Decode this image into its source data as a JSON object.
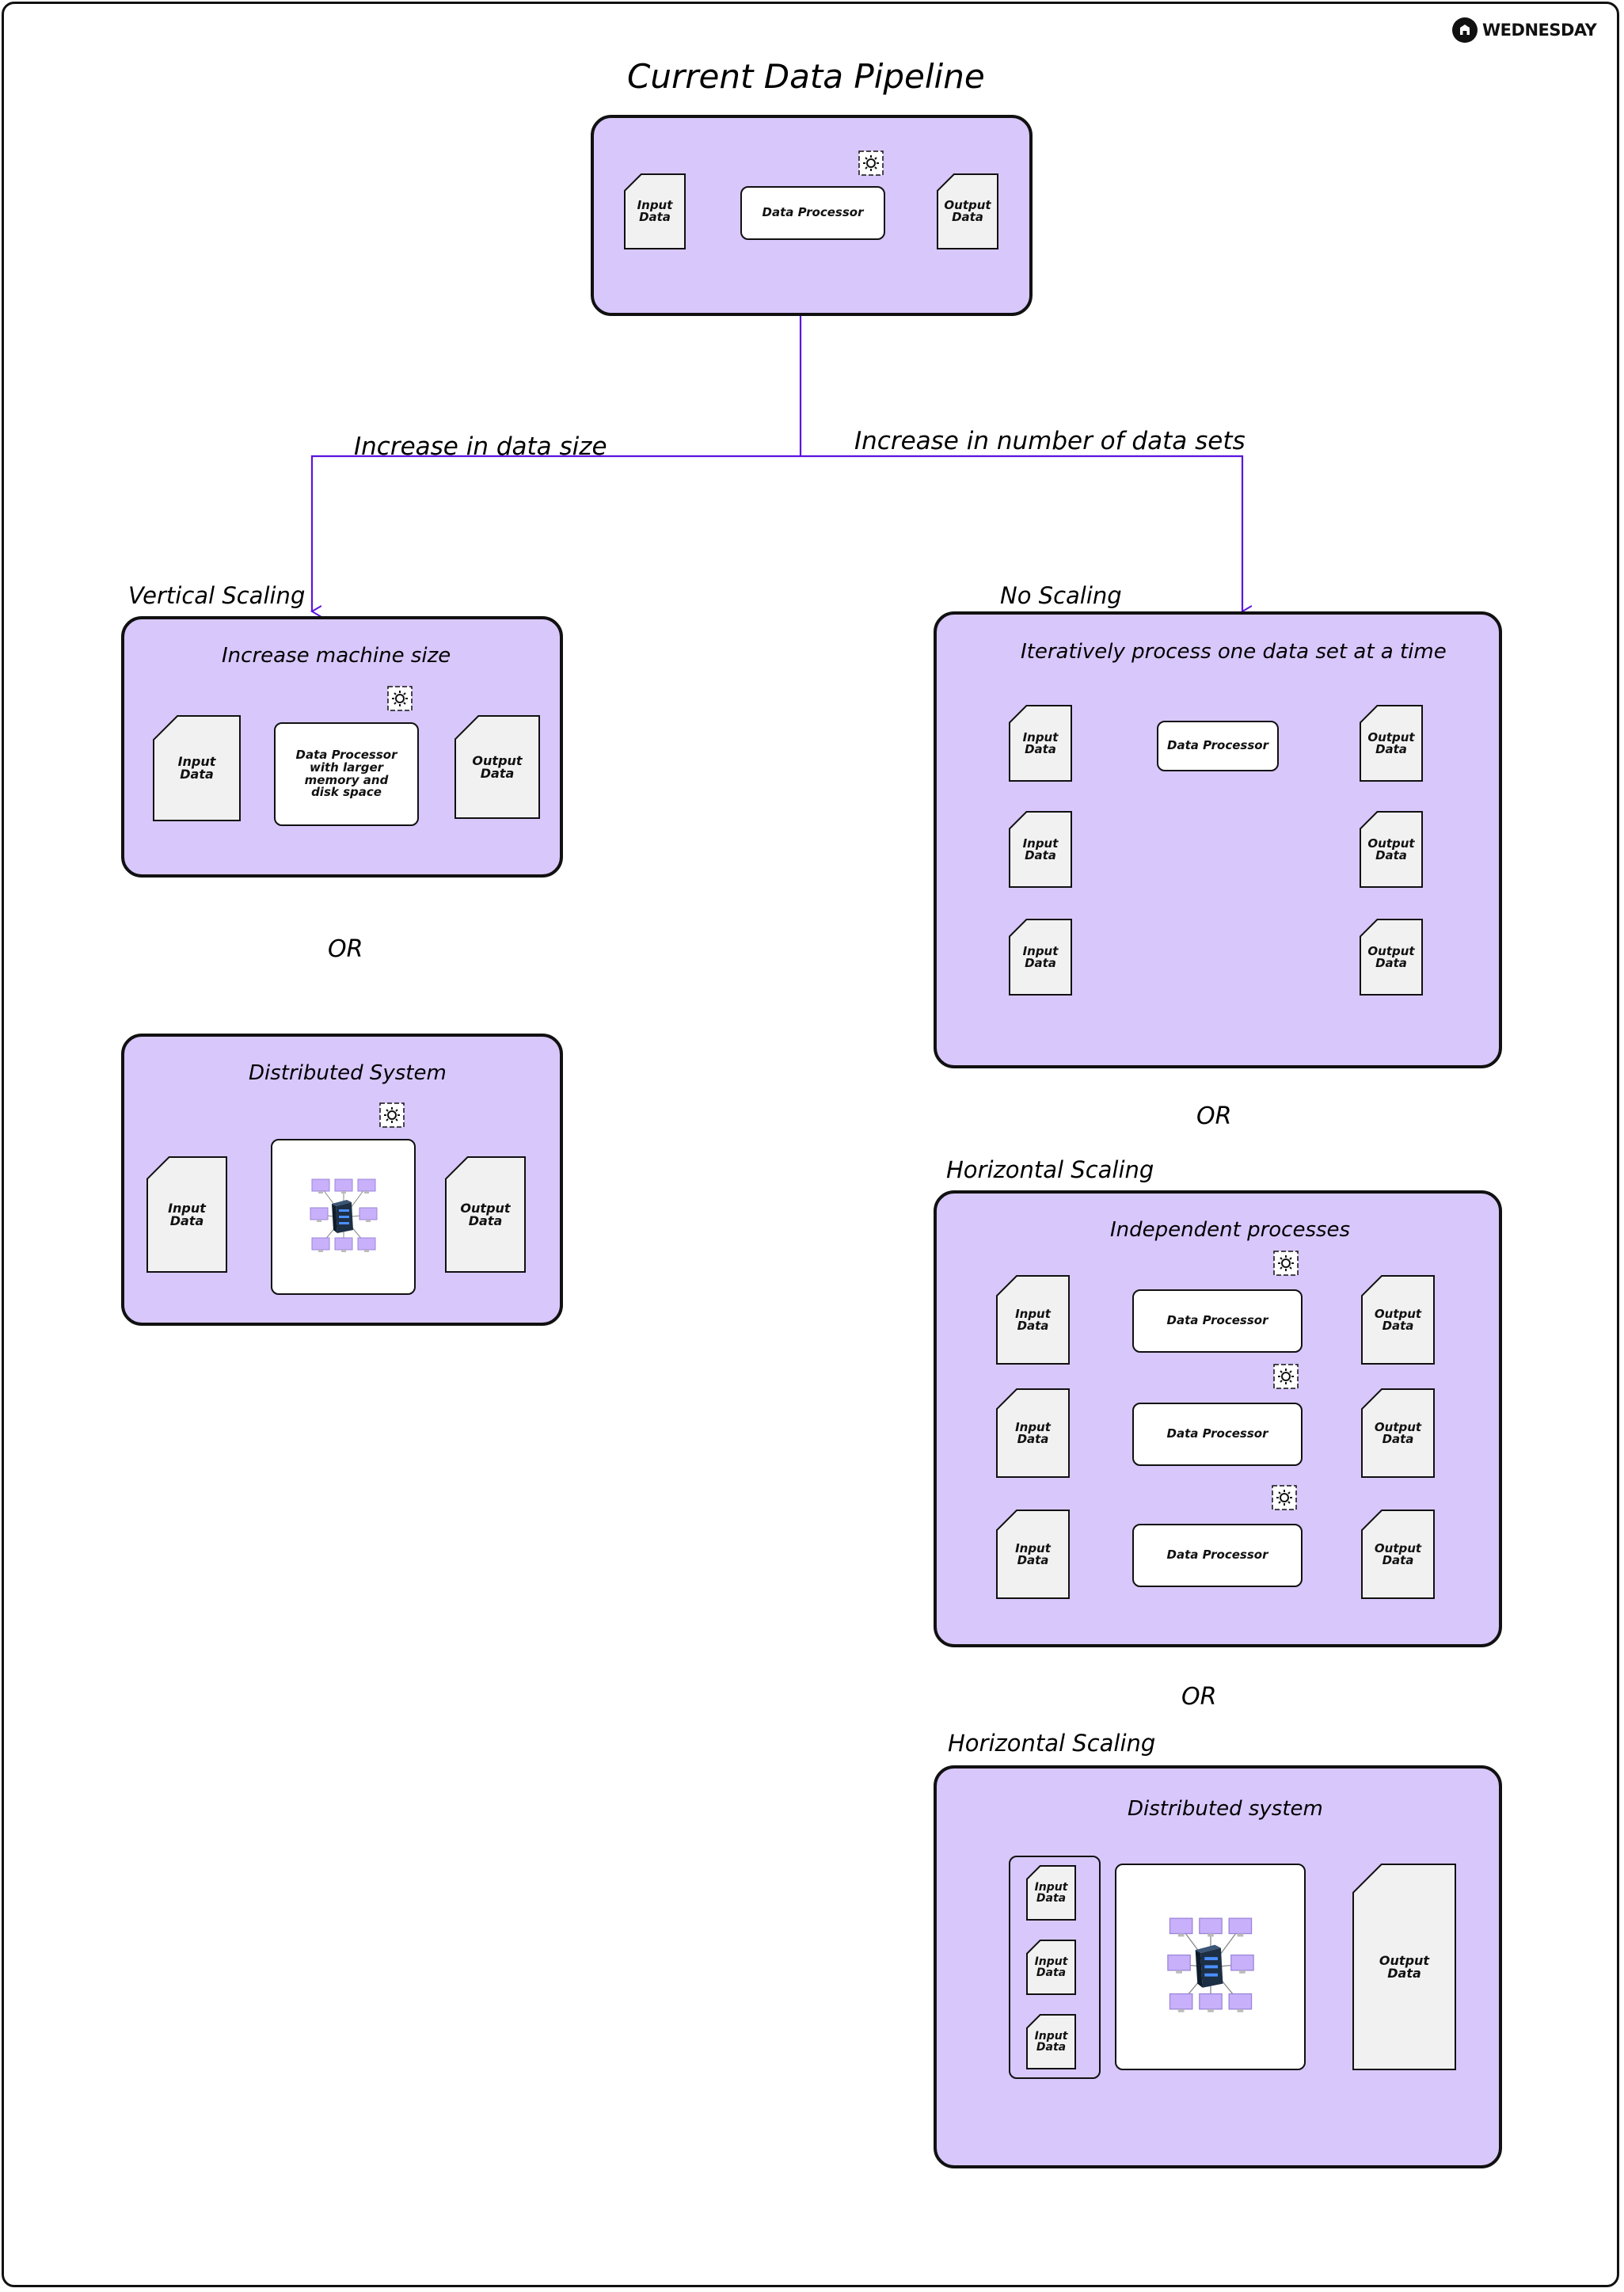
{
  "brand": {
    "logo_text": "WEDNESDAY",
    "logo_icon": "wednesday-logo-icon"
  },
  "colors": {
    "panel": "#d8c7fb",
    "arrow": "#5b14e0",
    "doc": "#f1f1f1",
    "node": "#c8b0fb",
    "server": "#1d2f45"
  },
  "title": "Current Data Pipeline",
  "current": {
    "input": "Input\nData",
    "processor": "Data Processor",
    "output": "Output\nData"
  },
  "branches": {
    "left": "Increase in data size",
    "right": "Increase in number of data sets"
  },
  "vertical": {
    "heading": "Vertical Scaling",
    "panel_title": "Increase machine size",
    "input": "Input\nData",
    "processor": "Data Processor with larger memory and disk space",
    "output": "Output\nData"
  },
  "or_left": "OR",
  "distributed_left": {
    "panel_title": "Distributed System",
    "input": "Input\nData",
    "output": "Output\nData"
  },
  "no_scaling": {
    "heading": "No Scaling",
    "panel_title": "Iteratively process one data set at a time",
    "processor": "Data Processor",
    "inputs": [
      "Input\nData",
      "Input\nData",
      "Input\nData"
    ],
    "outputs": [
      "Output\nData",
      "Output\nData",
      "Output\nData"
    ]
  },
  "or_right_1": "OR",
  "horizontal_1": {
    "heading": "Horizontal Scaling",
    "panel_title": "Independent processes",
    "rows": [
      {
        "input": "Input\nData",
        "processor": "Data Processor",
        "output": "Output\nData"
      },
      {
        "input": "Input\nData",
        "processor": "Data Processor",
        "output": "Output\nData"
      },
      {
        "input": "Input\nData",
        "processor": "Data Processor",
        "output": "Output\nData"
      }
    ]
  },
  "or_right_2": "OR",
  "horizontal_2": {
    "heading": "Horizontal Scaling",
    "panel_title": "Distributed system",
    "inputs": [
      "Input\nData",
      "Input\nData",
      "Input\nData"
    ],
    "output": "Output\nData"
  }
}
